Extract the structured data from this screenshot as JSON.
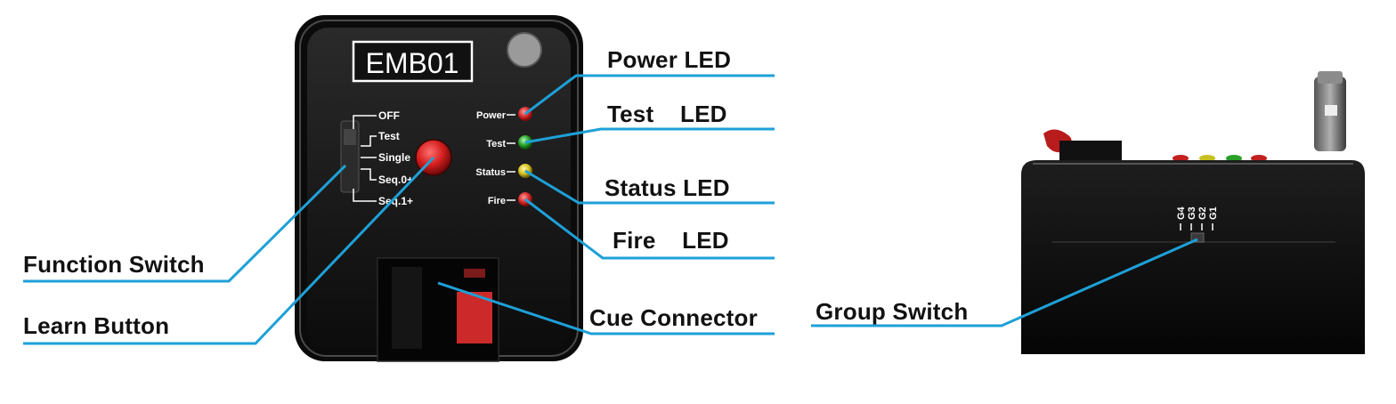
{
  "device": {
    "model_label": "EMB01",
    "function_positions": [
      "OFF",
      "Test",
      "Single",
      "Seq.0+",
      "Seq.1+"
    ],
    "led_labels": [
      "Power",
      "Test",
      "Status",
      "Fire"
    ],
    "led_colors": [
      "#d42a2a",
      "#27a327",
      "#d8c21e",
      "#d42a2a"
    ],
    "group_labels": [
      "G1",
      "G2",
      "G3",
      "G4"
    ]
  },
  "callouts": {
    "power_led": "Power LED",
    "test_led": "Test    LED",
    "status_led": "Status LED",
    "fire_led": "Fire    LED",
    "function_switch": "Function Switch",
    "learn_button": "Learn Button",
    "cue_connector": "Cue Connector",
    "group_switch": "Group Switch"
  },
  "colors": {
    "leader_line": "#1ea0d8",
    "device_body": "#141414",
    "learn_button": "#d61f1f",
    "connector_tab": "#cc2a2a"
  }
}
